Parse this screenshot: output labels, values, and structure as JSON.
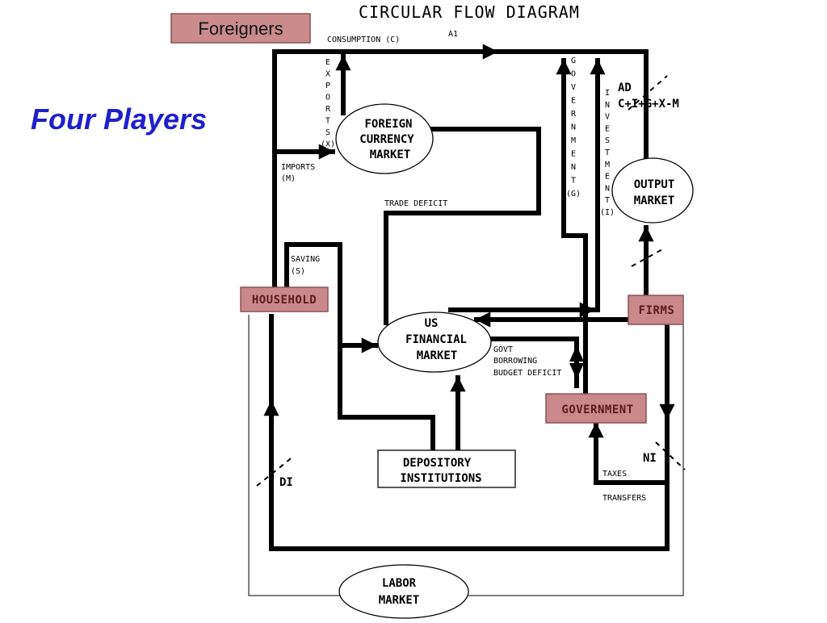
{
  "title": "CIRCULAR FLOW DIAGRAM",
  "heading": "Four Players",
  "players": {
    "foreigners": "Foreigners",
    "household": "HOUSEHOLD",
    "firms": "FIRMS",
    "government": "GOVERNMENT"
  },
  "markets": {
    "foreign_currency": [
      "FOREIGN",
      "CURRENCY",
      "MARKET"
    ],
    "output": [
      "OUTPUT",
      "MARKET"
    ],
    "us_financial": [
      "US",
      "FINANCIAL",
      "MARKET"
    ],
    "depository": [
      "DEPOSITORY",
      "INSTITUTIONS"
    ],
    "labor": [
      "LABOR",
      "MARKET"
    ]
  },
  "flows": {
    "consumption": "CONSUMPTION (C)",
    "a1": "A1",
    "exports": [
      "E",
      "X",
      "P",
      "O",
      "R",
      "T",
      "S",
      "(X)"
    ],
    "imports": [
      "IMPORTS",
      "(M)"
    ],
    "government": [
      "G",
      "O",
      "V",
      "E",
      "R",
      "N",
      "M",
      "E",
      "N",
      "T",
      "(G)"
    ],
    "investment": [
      "I",
      "N",
      "V",
      "E",
      "S",
      "T",
      "M",
      "E",
      "N",
      "T",
      "(I)"
    ],
    "ad": [
      "AD",
      "C+I+G+X-M"
    ],
    "trade_deficit": "TRADE DEFICIT",
    "saving": [
      "SAVING",
      "(S)"
    ],
    "govt_borrowing": [
      "GOVT",
      "BORROWING",
      "BUDGET DEFICIT"
    ],
    "di": "DI",
    "ni": "NI",
    "taxes": "TAXES",
    "transfers": "TRANSFERS"
  }
}
